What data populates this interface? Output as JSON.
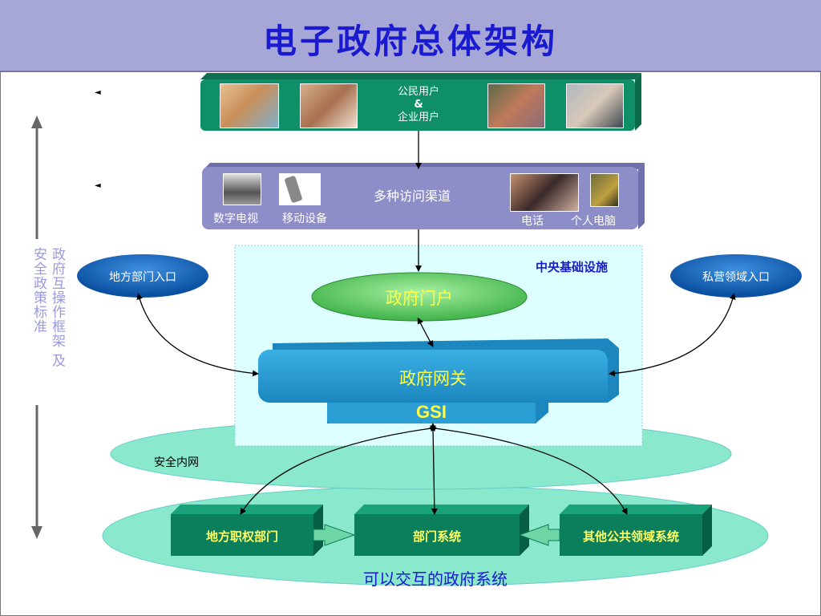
{
  "title": "电子政府总体架构",
  "users": {
    "line1": "公民用户",
    "line2": "&",
    "line3": "企业用户"
  },
  "channels": {
    "title": "多种访问渠道",
    "digital_tv": "数字电视",
    "mobile": "移动设备",
    "phone": "电话",
    "pc": "个人电脑"
  },
  "central_infra": "中央基础设施",
  "local_entry": "地方部门入口",
  "private_entry": "私营领域入口",
  "portal": "政府门户",
  "gateway": "政府网关",
  "gsi": "GSI",
  "intranet": "安全内网",
  "side": {
    "col1": "政府互操作框架 及",
    "col2": "安全政策标准"
  },
  "systems": {
    "local": "地方职权部门",
    "dept": "部门系统",
    "public": "其他公共领域系统"
  },
  "footer": "可以交互的政府系统",
  "colors": {
    "title_bg": "#a7a7d7",
    "title_text": "#1a1ad0",
    "green": "#0f8f68",
    "purple": "#8d8dc8",
    "teal_ellipse": "#8ae8cc",
    "blue_box": "#2b9fd4",
    "light_cyan": "#ddffff"
  }
}
